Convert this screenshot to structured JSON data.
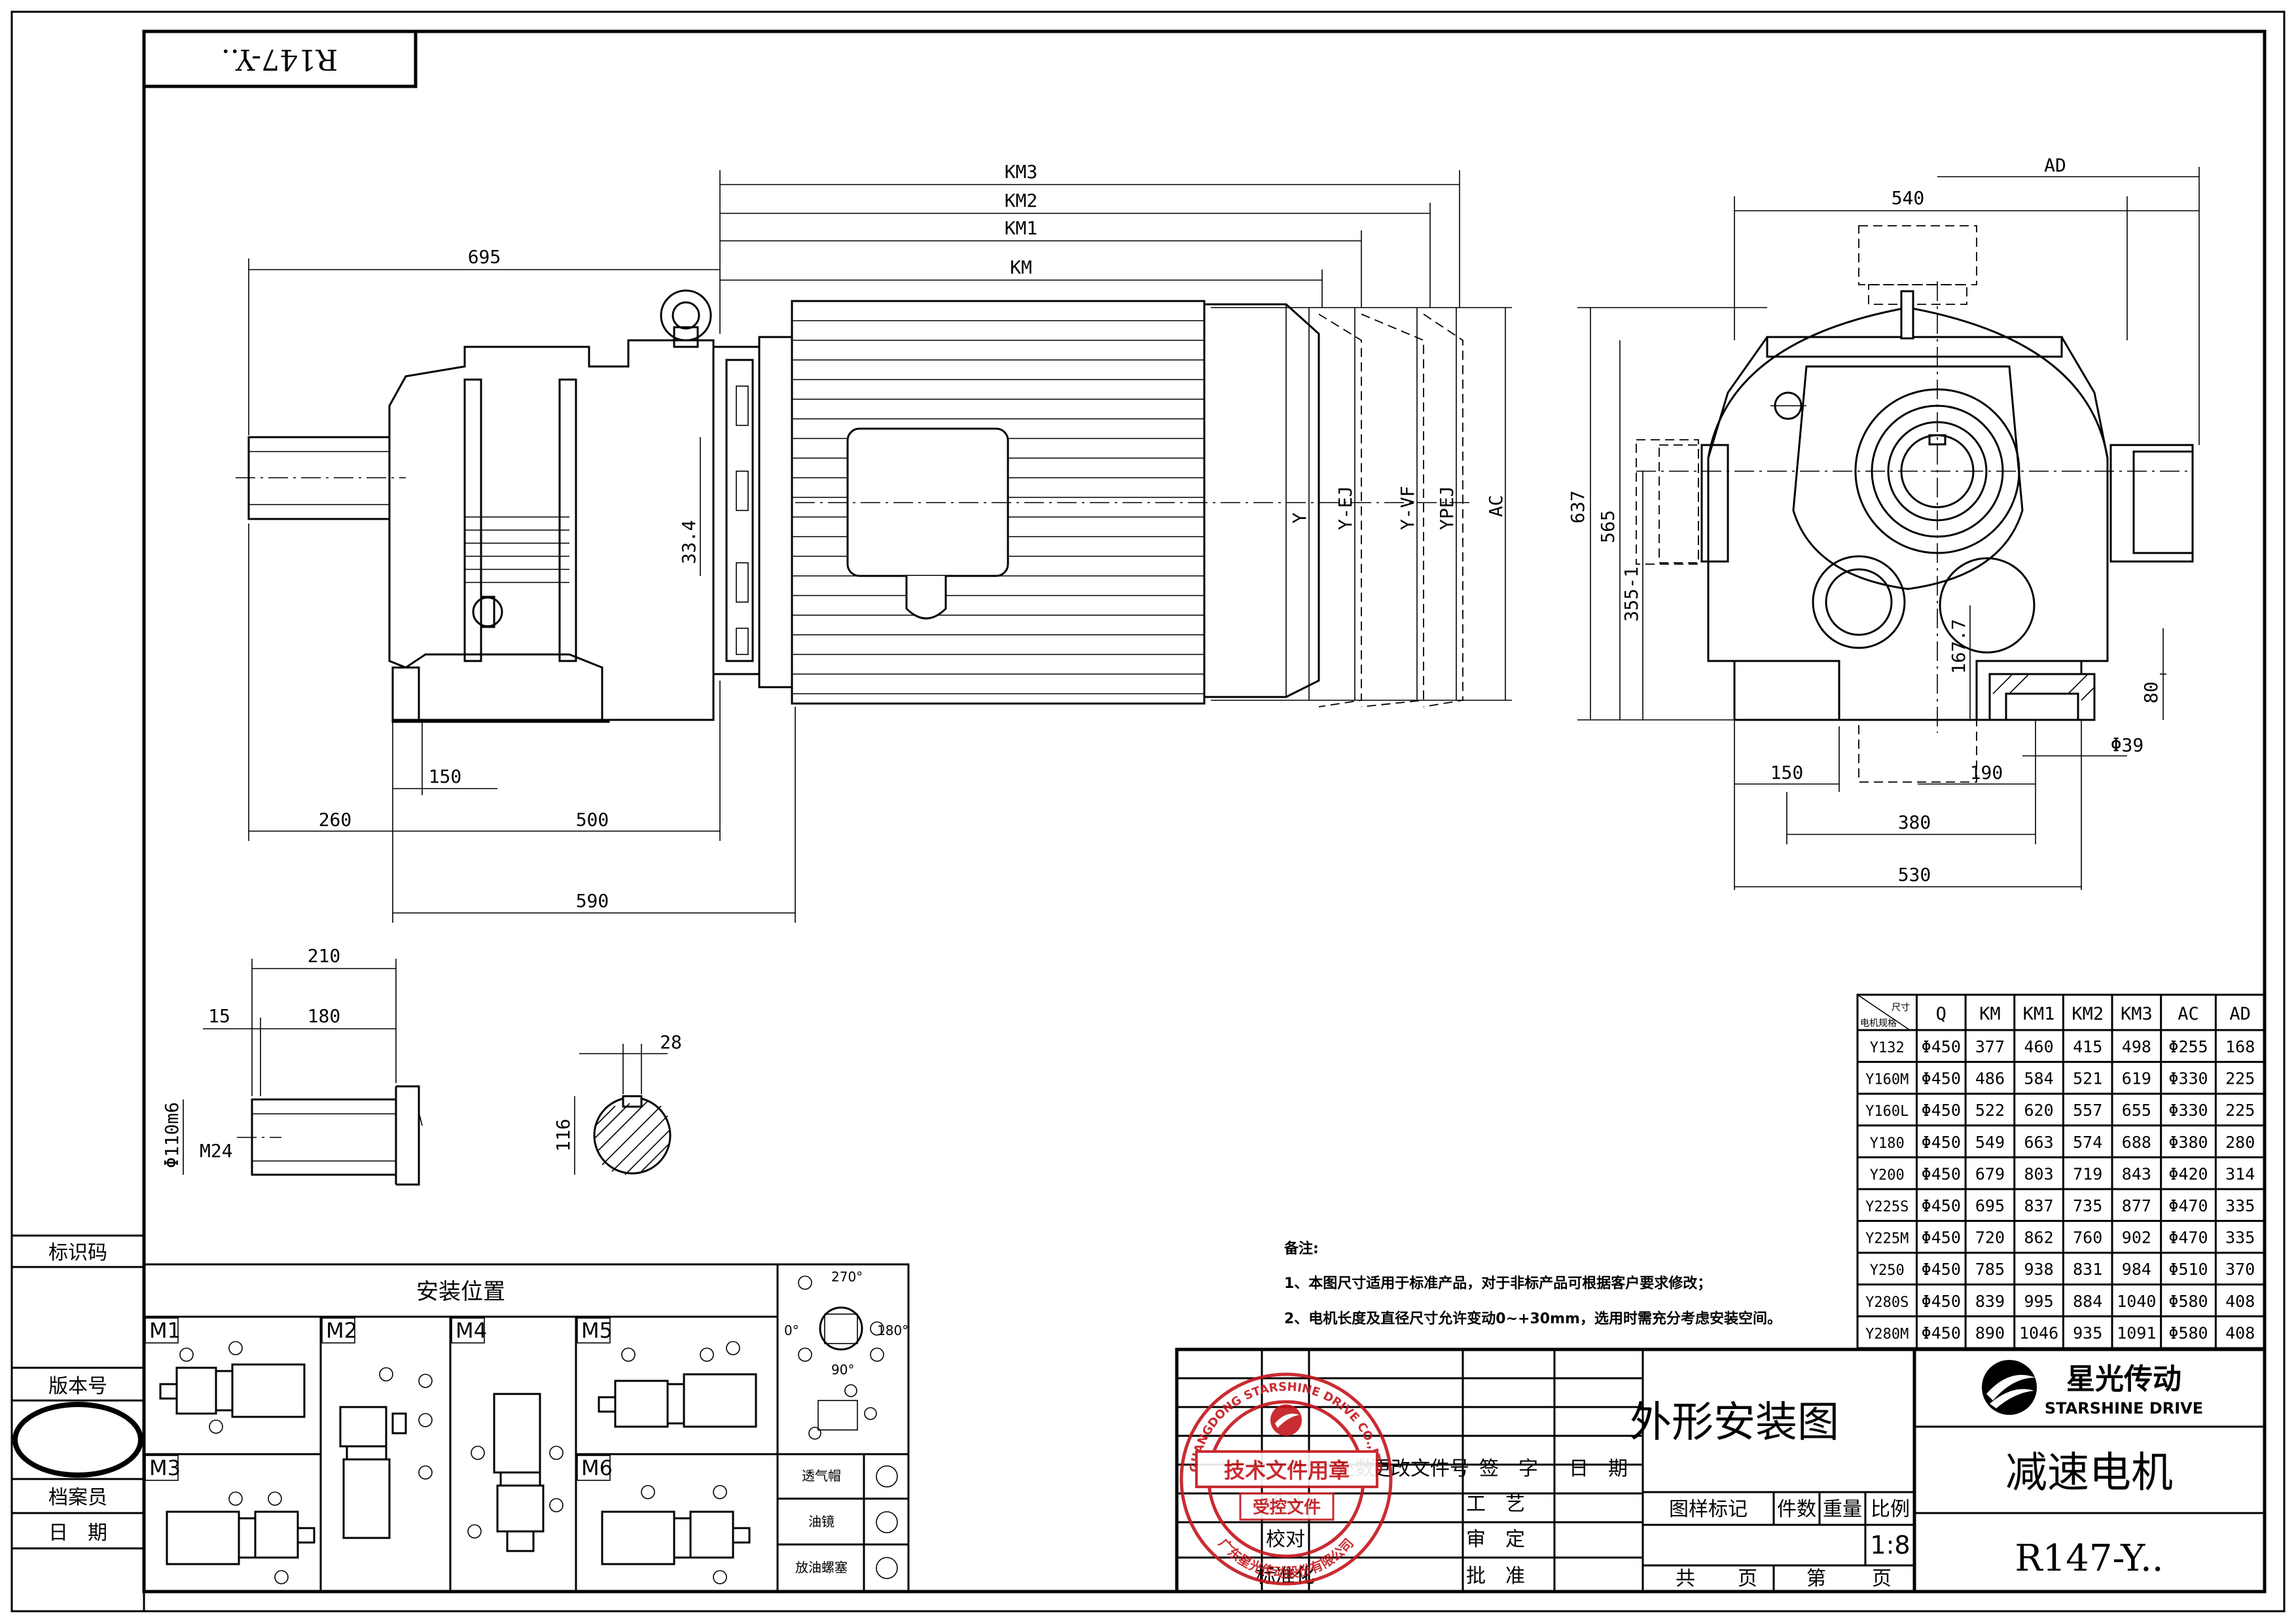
{
  "drawing_code_mirrored": "R147-Y..",
  "dimensions": {
    "km3": "KM3",
    "km2": "KM2",
    "km1": "KM1",
    "km": "KM",
    "ad": "AD",
    "d695": "695",
    "d540": "540",
    "d637": "637",
    "d565": "565",
    "d355": "355-1",
    "d334": "33.4",
    "d167": "167.7",
    "d80": "80",
    "d39": "Φ39",
    "d150a": "150",
    "d260": "260",
    "d500": "500",
    "d590": "590",
    "d150b": "150",
    "d190": "190",
    "d380": "380",
    "d530": "530",
    "d210": "210",
    "d15": "15",
    "d180": "180",
    "d28": "28",
    "d116": "116",
    "shaft_dia": "Φ110m6",
    "shaft_thread": "M24",
    "v_y": "Y",
    "v_yej": "Y-EJ",
    "v_yvf": "Y-VF",
    "v_ypej": "YPEJ",
    "v_ac": "AC"
  },
  "table": {
    "corner_top": "尺寸",
    "corner_bottom": "电机规格",
    "headers": [
      "Q",
      "KM",
      "KM1",
      "KM2",
      "KM3",
      "AC",
      "AD"
    ],
    "rows": [
      [
        "Y132",
        "Φ450",
        "377",
        "460",
        "415",
        "498",
        "Φ255",
        "168"
      ],
      [
        "Y160M",
        "Φ450",
        "486",
        "584",
        "521",
        "619",
        "Φ330",
        "225"
      ],
      [
        "Y160L",
        "Φ450",
        "522",
        "620",
        "557",
        "655",
        "Φ330",
        "225"
      ],
      [
        "Y180",
        "Φ450",
        "549",
        "663",
        "574",
        "688",
        "Φ380",
        "280"
      ],
      [
        "Y200",
        "Φ450",
        "679",
        "803",
        "719",
        "843",
        "Φ420",
        "314"
      ],
      [
        "Y225S",
        "Φ450",
        "695",
        "837",
        "735",
        "877",
        "Φ470",
        "335"
      ],
      [
        "Y225M",
        "Φ450",
        "720",
        "862",
        "760",
        "902",
        "Φ470",
        "335"
      ],
      [
        "Y250",
        "Φ450",
        "785",
        "938",
        "831",
        "984",
        "Φ510",
        "370"
      ],
      [
        "Y280S",
        "Φ450",
        "839",
        "995",
        "884",
        "1040",
        "Φ580",
        "408"
      ],
      [
        "Y280M",
        "Φ450",
        "890",
        "1046",
        "935",
        "1091",
        "Φ580",
        "408"
      ]
    ]
  },
  "notes": {
    "title": "备注:",
    "line1": "1、本图尺寸适用于标准产品，对于非标产品可根据客户要求修改；",
    "line2": "2、电机长度及直径尺寸允许变动0~+30mm，选用时需充分考虑安装空间。"
  },
  "side_labels": {
    "id_code": "标识码",
    "version": "版本号",
    "archivist": "档案员",
    "date": "日　期"
  },
  "mounting": {
    "title": "安装位置",
    "positions": [
      "M1",
      "M2",
      "M4",
      "M5",
      "M3",
      "M6"
    ],
    "angles": [
      "270°",
      "0°",
      "180°",
      "90°"
    ],
    "legend": [
      "透气帽",
      "油镜",
      "放油螺塞"
    ]
  },
  "title_block": {
    "drawing_title": "外形安装图",
    "product_name": "减速电机",
    "model": "R147-Y..",
    "brand_cn": "星光传动",
    "brand_en": "STARSHINE DRIVE",
    "labels": {
      "count": "处数",
      "change_doc": "更改文件号",
      "sign": "签　字",
      "date": "日　期",
      "design": "设计",
      "check": "校对",
      "standard": "标准化",
      "craft": "工　艺",
      "review": "审　定",
      "approve": "批　准",
      "mark": "图样标记",
      "qty": "件数",
      "weight": "重量",
      "scale": "比例",
      "total": "共",
      "page": "页",
      "sheet": "第",
      "page2": "页"
    },
    "scale_value": "1:8"
  },
  "stamp": {
    "ring_top": "GUANGDONG STARSHINE DRIVE CO.,LTD",
    "ring_bottom": "广东星光传动股份有限公司",
    "line1": "技术文件用章",
    "line2": "受控文件",
    "color": "#c4161c"
  }
}
